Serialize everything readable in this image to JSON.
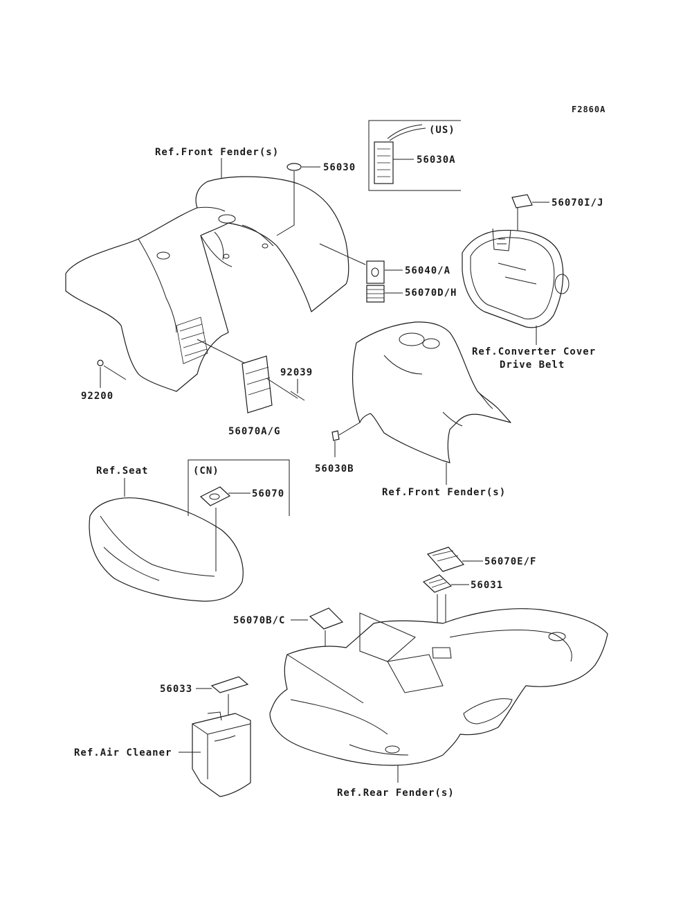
{
  "figure_code": "F2860A",
  "labels": {
    "front_fender_top": "Ref.Front Fender(s)",
    "front_fender_bottom": "Ref.Front Fender(s)",
    "converter_cover_line1": "Ref.Converter Cover",
    "converter_cover_line2": "Drive Belt",
    "seat": "Ref.Seat",
    "air_cleaner": "Ref.Air Cleaner",
    "rear_fender": "Ref.Rear Fender(s)",
    "region_us": "(US)",
    "region_cn": "(CN)"
  },
  "parts": {
    "p56030": "56030",
    "p56030A": "56030A",
    "p56070IJ": "56070I/J",
    "p56040A": "56040/A",
    "p56070DH": "56070D/H",
    "p92039": "92039",
    "p92200": "92200",
    "p56070AG": "56070A/G",
    "p56030B": "56030B",
    "p56070": "56070",
    "p56070EF": "56070E/F",
    "p56031": "56031",
    "p56070BC": "56070B/C",
    "p56033": "56033"
  }
}
